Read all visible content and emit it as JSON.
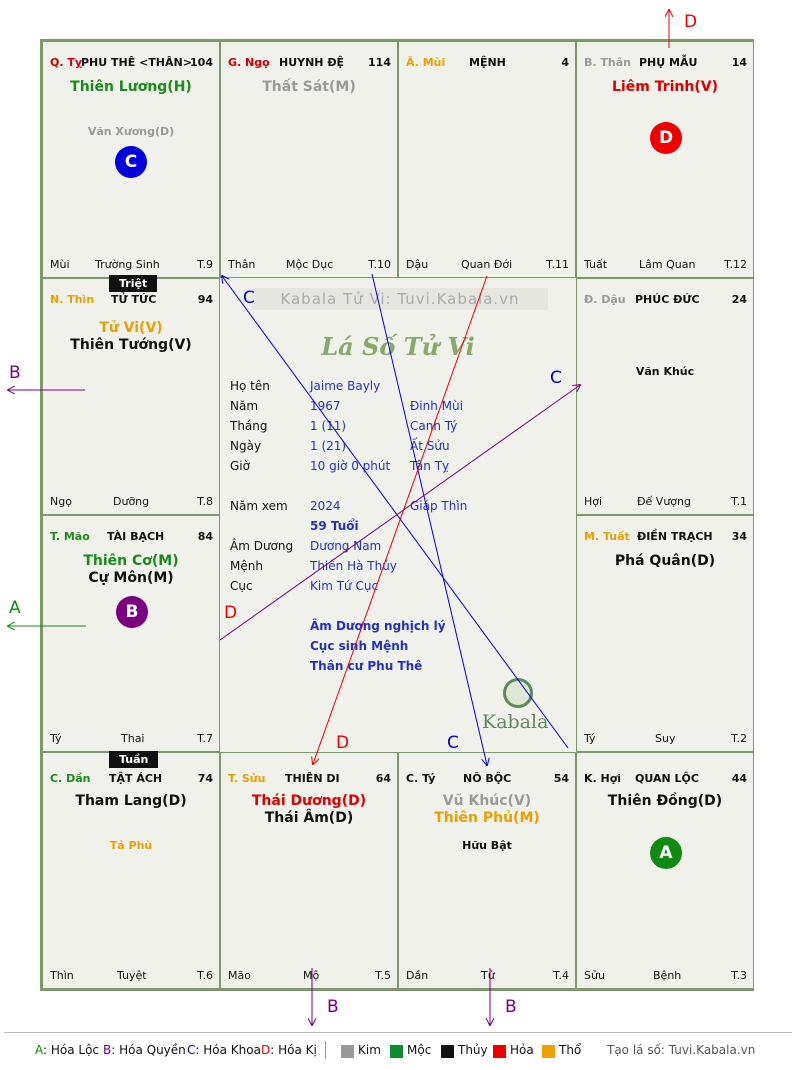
{
  "center": {
    "watermark": "Kabala Tử Vi: Tuvi.Kabala.vn",
    "logo": "Lá Số Tử Vi",
    "brand": "Kabala",
    "rows": [
      {
        "k": "Họ tên",
        "v": "Jaime Bayly",
        "x": ""
      },
      {
        "k": "Năm",
        "v": "1967",
        "x": "Đinh Mùi"
      },
      {
        "k": "Tháng",
        "v": "1 (11)",
        "x": "Canh Tý"
      },
      {
        "k": "Ngày",
        "v": "1 (21)",
        "x": "Ất Sửu"
      },
      {
        "k": "Giờ",
        "v": "10 giờ 0 phút",
        "x": "Tân Tỵ"
      }
    ],
    "year_label": "Năm xem",
    "year_value": "2024",
    "year_cc": "Giáp Thìn",
    "age": "59 Tuổi",
    "rows2": [
      {
        "k": "Âm Dương",
        "v": "Dương Nam"
      },
      {
        "k": "Mệnh",
        "v": "Thiên Hà Thủy"
      },
      {
        "k": "Cục",
        "v": "Kim Tứ Cục"
      }
    ],
    "notes": [
      "Âm Dương nghịch lý",
      "Cục sinh Mệnh",
      "Thân cư Phu Thê"
    ]
  },
  "tags": {
    "triet": "Triệt",
    "tuan": "Tuần"
  },
  "palaces": [
    {
      "id": "ty-top",
      "stem": "Q. Tỵ",
      "stem_color": "#cc0000",
      "name": "PHU THÊ <THÂN>",
      "num": "104",
      "stars": [
        {
          "t": "Thiên Lương(H)",
          "c": "#1a8a1a"
        }
      ],
      "minor": [
        {
          "t": "Văn Xương(D)",
          "c": "#999999"
        }
      ],
      "foot_l": "Mùi",
      "foot_c": "Trường Sinh",
      "foot_r": "T.9"
    },
    {
      "id": "ngo",
      "stem": "G. Ngọ",
      "stem_color": "#cc0000",
      "name": "HUYNH ĐỆ",
      "num": "114",
      "stars": [
        {
          "t": "Thất Sát(M)",
          "c": "#999999"
        }
      ],
      "minor": [],
      "foot_l": "Thân",
      "foot_c": "Mộc Dục",
      "foot_r": "T.10"
    },
    {
      "id": "mui",
      "stem": "Ã. Mùi",
      "stem_color": "#e8a000",
      "name": "MỆNH",
      "num": "4",
      "stars": [],
      "minor": [],
      "foot_l": "Dậu",
      "foot_c": "Quan Đới",
      "foot_r": "T.11"
    },
    {
      "id": "than",
      "stem": "B. Thân",
      "stem_color": "#999999",
      "name": "PHỤ MẪU",
      "num": "14",
      "stars": [
        {
          "t": "Liêm Trinh(V)",
          "c": "#dd0000"
        }
      ],
      "minor": [],
      "foot_l": "Tuất",
      "foot_c": "Lâm Quan",
      "foot_r": "T.12"
    },
    {
      "id": "thin",
      "stem": "N. Thìn",
      "stem_color": "#e8a000",
      "name": "TỬ TỨC",
      "num": "94",
      "stars": [
        {
          "t": "Tử Vi(V)",
          "c": "#e8a000"
        },
        {
          "t": "Thiên Tướng(V)",
          "c": "#111111"
        }
      ],
      "minor": [],
      "foot_l": "Ngọ",
      "foot_c": "Dưỡng",
      "foot_r": "T.8"
    },
    {
      "id": "dau",
      "stem": "Đ. Dậu",
      "stem_color": "#999999",
      "name": "PHÚC ĐỨC",
      "num": "24",
      "stars": [],
      "minor": [
        {
          "t": "Văn Khúc",
          "c": "#111111"
        }
      ],
      "foot_l": "Hợi",
      "foot_c": "Đế Vượng",
      "foot_r": "T.1"
    },
    {
      "id": "mao",
      "stem": "T. Mão",
      "stem_color": "#1a8a1a",
      "name": "TÀI BẠCH",
      "num": "84",
      "stars": [
        {
          "t": "Thiên Cơ(M)",
          "c": "#1a8a1a"
        },
        {
          "t": "Cự Môn(M)",
          "c": "#111111"
        }
      ],
      "minor": [],
      "foot_l": "Tý",
      "foot_c": "Thai",
      "foot_r": "T.7"
    },
    {
      "id": "tuat",
      "stem": "M. Tuất",
      "stem_color": "#e8a000",
      "name": "ĐIỀN TRẠCH",
      "num": "34",
      "stars": [
        {
          "t": "Phá Quân(D)",
          "c": "#111111"
        }
      ],
      "minor": [],
      "foot_l": "Tý",
      "foot_c": "Suy",
      "foot_r": "T.2"
    },
    {
      "id": "dan",
      "stem": "C. Dần",
      "stem_color": "#1a8a1a",
      "name": "TẬT ÁCH",
      "num": "74",
      "stars": [
        {
          "t": "Tham Lang(D)",
          "c": "#111111"
        }
      ],
      "minor": [
        {
          "t": "Tả Phù",
          "c": "#e8a000"
        }
      ],
      "foot_l": "Thìn",
      "foot_c": "Tuyệt",
      "foot_r": "T.6"
    },
    {
      "id": "suu",
      "stem": "T. Sửu",
      "stem_color": "#e8a000",
      "name": "THIÊN DI",
      "num": "64",
      "stars": [
        {
          "t": "Thái Dương(D)",
          "c": "#dd0000"
        },
        {
          "t": "Thái Âm(D)",
          "c": "#111111"
        }
      ],
      "minor": [],
      "foot_l": "Mão",
      "foot_c": "Mộ",
      "foot_r": "T.5"
    },
    {
      "id": "ty-bot",
      "stem": "C. Tý",
      "stem_color": "#111111",
      "name": "NÔ BỘC",
      "num": "54",
      "stars": [
        {
          "t": "Vũ Khúc(V)",
          "c": "#999999"
        },
        {
          "t": "Thiên Phủ(M)",
          "c": "#e8a000"
        }
      ],
      "minor": [
        {
          "t": "Hữu Bật",
          "c": "#111111"
        }
      ],
      "foot_l": "Dần",
      "foot_c": "Tử",
      "foot_r": "T.4"
    },
    {
      "id": "hoi",
      "stem": "K. Hợi",
      "stem_color": "#111111",
      "name": "QUAN LỘC",
      "num": "44",
      "stars": [
        {
          "t": "Thiên Đồng(D)",
          "c": "#111111"
        }
      ],
      "minor": [],
      "foot_l": "Sửu",
      "foot_c": "Bệnh",
      "foot_r": "T.3"
    }
  ],
  "circles": [
    {
      "id": "c",
      "label": "C",
      "color": "#0000dd"
    },
    {
      "id": "d",
      "label": "D",
      "color": "#ee0000"
    },
    {
      "id": "b",
      "label": "B",
      "color": "#7a0080"
    },
    {
      "id": "a",
      "label": "A",
      "color": "#108a10"
    }
  ],
  "arrow_labels": {
    "top_d": "D",
    "left_b": "B",
    "left_a": "A",
    "bottom_b1": "B",
    "bottom_b2": "B",
    "in_c1": "C",
    "in_c2": "C",
    "in_c3": "C",
    "in_d1": "D",
    "in_d2": "D"
  },
  "legend": {
    "items": [
      {
        "k": "A",
        "t": ": Hóa Lộc",
        "c": "#108a10"
      },
      {
        "k": "B",
        "t": ": Hóa Quyền",
        "c": "#7a0080"
      },
      {
        "k": "C",
        "t": ": Hóa Khoa",
        "c": "#0000dd"
      },
      {
        "k": "D",
        "t": ": Hóa Kị",
        "c": "#ee0000"
      }
    ],
    "elements": [
      {
        "t": "Kim",
        "c": "#999999"
      },
      {
        "t": "Mộc",
        "c": "#108a30"
      },
      {
        "t": "Thủy",
        "c": "#111111"
      },
      {
        "t": "Hỏa",
        "c": "#ee0000"
      },
      {
        "t": "Thổ",
        "c": "#f0a000"
      }
    ],
    "site": "Tạo lá số: Tuvi.Kabala.vn"
  }
}
